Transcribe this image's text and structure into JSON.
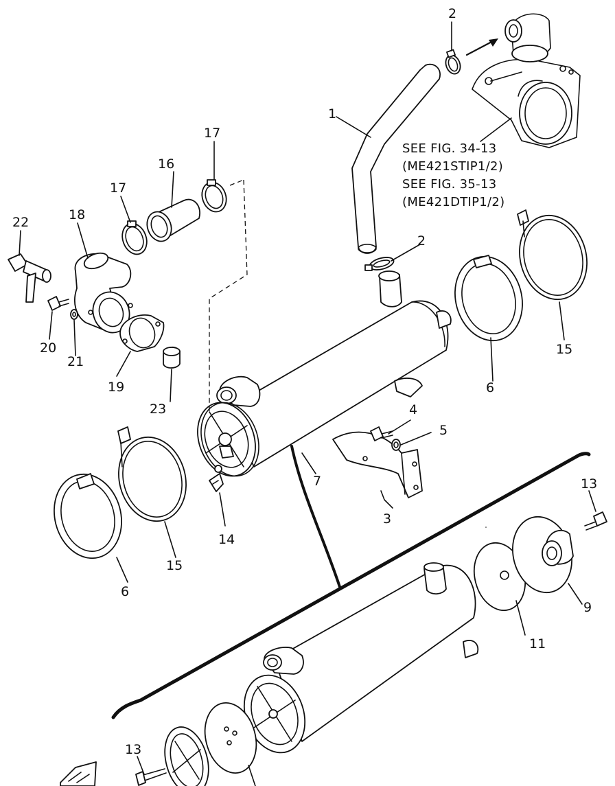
{
  "callouts": {
    "c1": "1",
    "c2a": "2",
    "c2b": "2",
    "c3": "3",
    "c4": "4",
    "c5": "5",
    "c6a": "6",
    "c6b": "6",
    "c7": "7",
    "c9": "9",
    "c11": "11",
    "c13a": "13",
    "c13b": "13",
    "c14": "14",
    "c15a": "15",
    "c15b": "15",
    "c16": "16",
    "c17a": "17",
    "c17b": "17",
    "c18": "18",
    "c19": "19",
    "c20": "20",
    "c21": "21",
    "c22": "22",
    "c23": "23"
  },
  "references": {
    "line1": "SEE FIG. 34-13",
    "line2": "(ME421STIP1/2)",
    "line3": "SEE FIG. 35-13",
    "line4": "(ME421DTIP1/2)"
  }
}
